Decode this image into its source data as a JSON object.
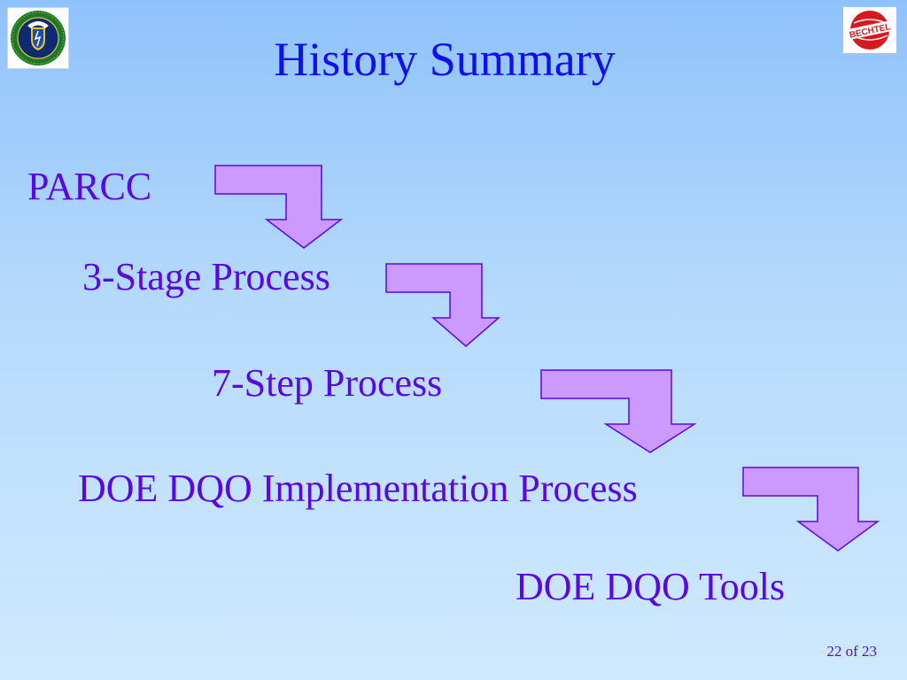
{
  "slide": {
    "title": "History Summary",
    "steps": [
      {
        "label": "PARCC"
      },
      {
        "label": "3-Stage Process"
      },
      {
        "label": "7-Step Process"
      },
      {
        "label": "DOE DQO Implementation Process"
      },
      {
        "label": "DOE DQO Tools"
      }
    ],
    "page_number": "22 of 23"
  },
  "logos": {
    "left": {
      "icon": "doe-seal-icon",
      "text": "DEPARTMENT OF ENERGY · UNITED STATES OF AMERICA"
    },
    "right": {
      "icon": "bechtel-logo-icon",
      "text": "BECHTEL"
    }
  },
  "colors": {
    "title": "#1010ee",
    "step_text": "#5a08e0",
    "arrow_fill": "#cc99ff",
    "arrow_stroke": "#5a08e0",
    "background_top": "#8fc2fb",
    "background_bottom": "#cfe9fd",
    "page_number": "#4a10e8"
  }
}
